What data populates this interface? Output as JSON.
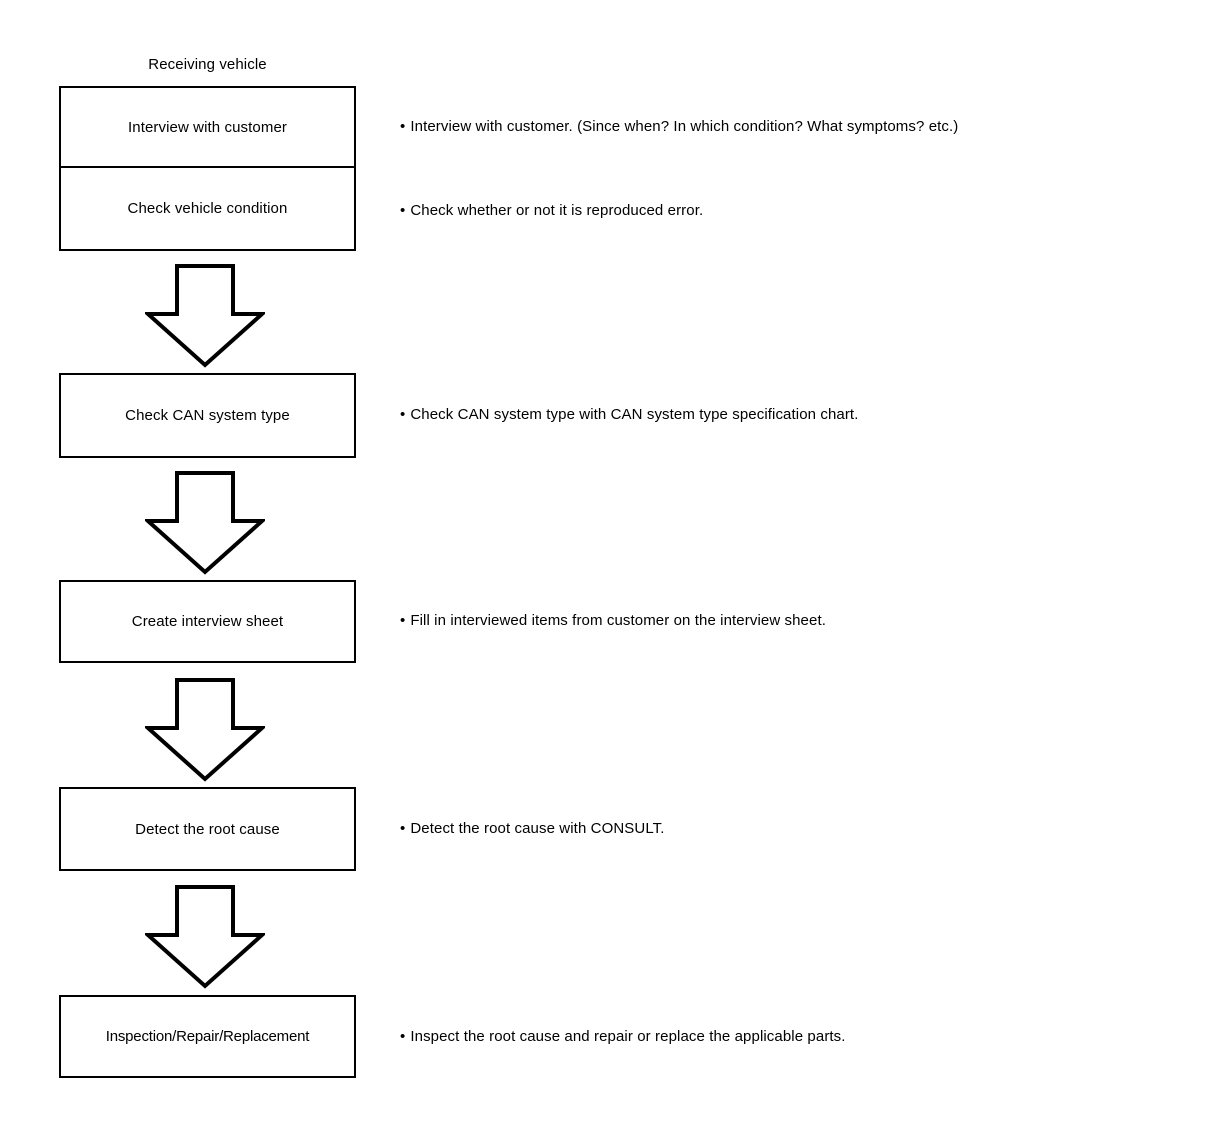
{
  "diagram": {
    "column_label": "Receiving vehicle",
    "bullet_glyph": "•",
    "outline_color": "#000000",
    "fill_color": "#ffffff",
    "steps": [
      {
        "id": "interview-with-customer",
        "box_label": "Interview with customer",
        "note": "Interview with customer. (Since when? In which condition? What symptoms? etc.)"
      },
      {
        "id": "check-vehicle-condition",
        "box_label": "Check vehicle condition",
        "note": "Check whether or not it is reproduced error."
      },
      {
        "id": "check-can-system-type",
        "box_label": "Check CAN system type",
        "note": "Check CAN system type with CAN system type specification chart."
      },
      {
        "id": "create-interview-sheet",
        "box_label": "Create interview sheet",
        "note": "Fill in interviewed items from customer on the interview sheet."
      },
      {
        "id": "detect-the-root-cause",
        "box_label": "Detect the root cause",
        "note": "Detect the root cause with CONSULT."
      },
      {
        "id": "inspection-repair-replacement",
        "box_label": "Inspection/Repair/Replacement",
        "note": "Inspect the root cause and repair or replace the applicable parts."
      }
    ],
    "connectors": [
      {
        "id": "arrow-1",
        "direction": "down"
      },
      {
        "id": "arrow-2",
        "direction": "down"
      },
      {
        "id": "arrow-3",
        "direction": "down"
      },
      {
        "id": "arrow-4",
        "direction": "down"
      }
    ]
  }
}
